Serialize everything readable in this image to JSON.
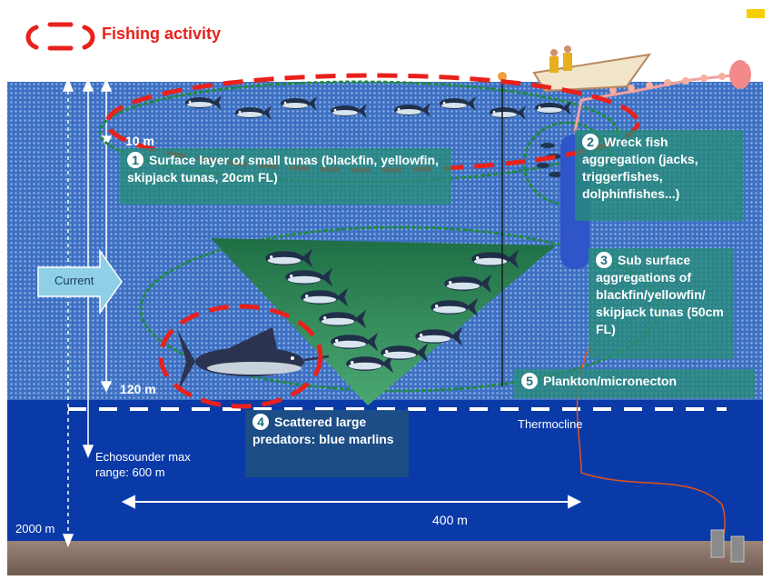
{
  "legend": {
    "label": "Fishing activity",
    "color": "#e8211c"
  },
  "depths": {
    "d10": "10 m",
    "d120": "120 m",
    "d2000": "2000 m"
  },
  "current": {
    "label": "Current"
  },
  "echosounder": {
    "line1": "Echosounder max",
    "line2": "range: 600 m"
  },
  "thermocline": {
    "label": "Thermocline"
  },
  "distance": {
    "label": "400 m"
  },
  "callouts": [
    {
      "num": "1",
      "text": "Surface layer of small tunas (blackfin, yellowfin, skipjack tunas, 20cm FL)"
    },
    {
      "num": "2",
      "text": "Wreck fish aggregation (jacks, triggerfishes, dolphinfishes...)"
    },
    {
      "num": "3",
      "text": "Sub surface aggregations of blackfin/yellowfin/ skipjack tunas (50cm FL)"
    },
    {
      "num": "4",
      "text": "Scattered large predators: blue marlins"
    },
    {
      "num": "5",
      "text": "Plankton/micronecton"
    }
  ],
  "colors": {
    "surface_water": "#3b6fbf",
    "deep_water": "#0a3aa8",
    "seabed": "#8a7468",
    "fishing_dash": "#e8211c",
    "aggregation_dots": "#1f8a3c",
    "cone": "#2f8f55"
  }
}
